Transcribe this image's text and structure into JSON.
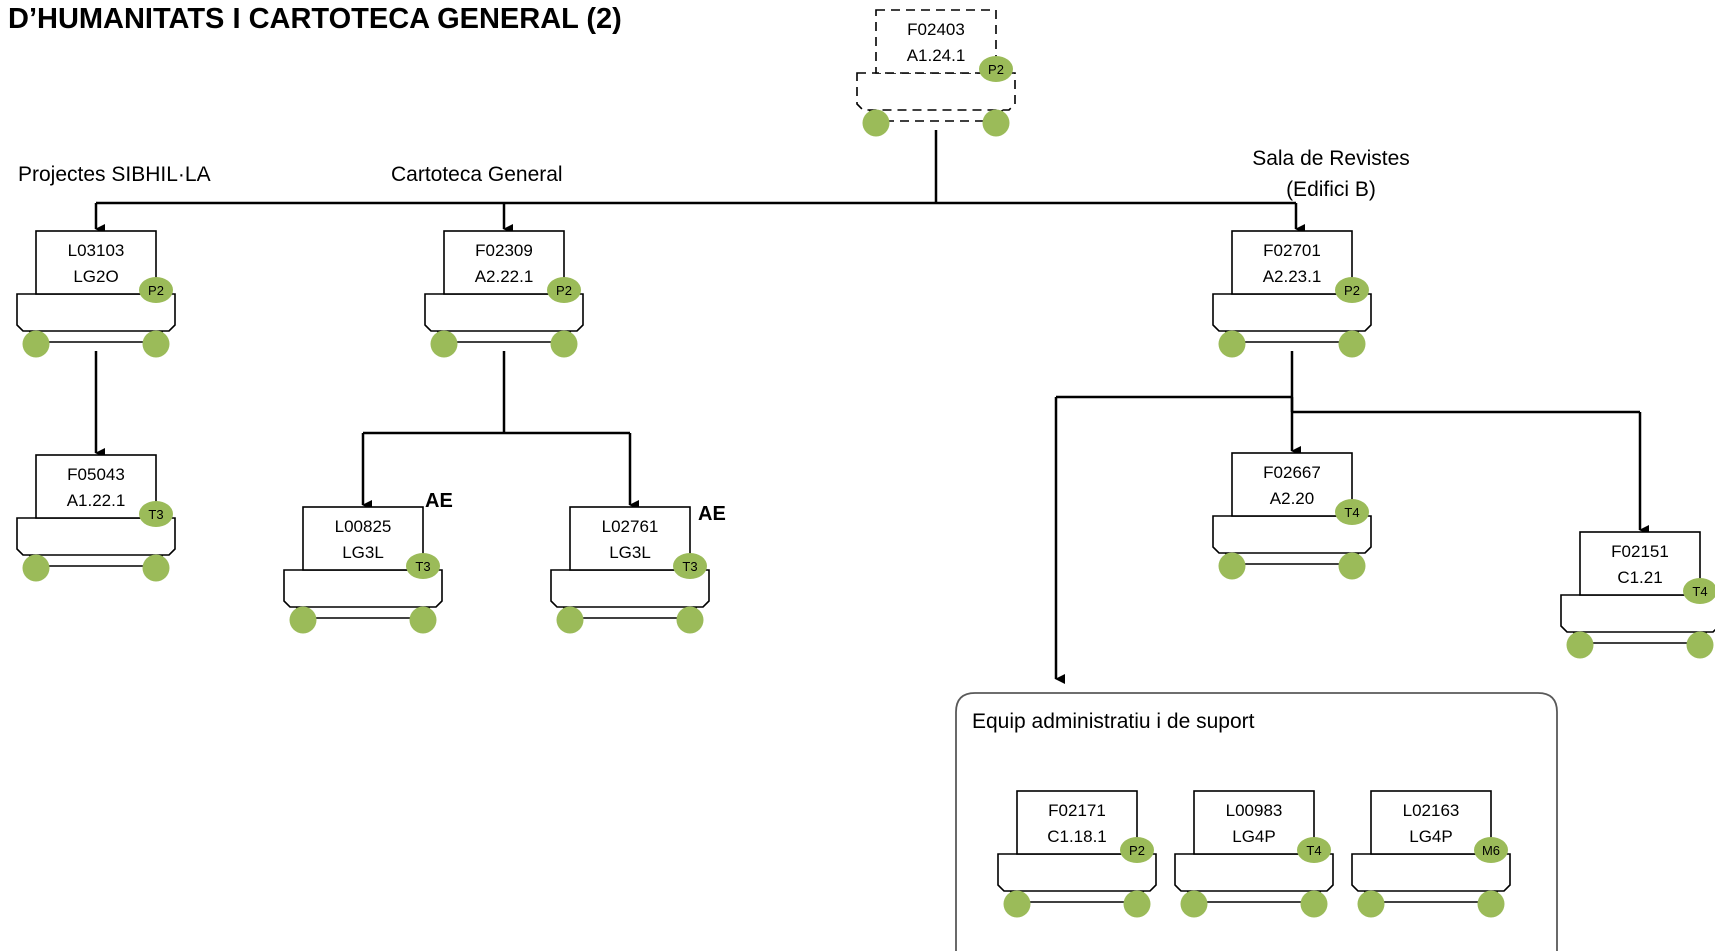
{
  "title": "D’HUMANITATS I CARTOTECA GENERAL (2)",
  "colors": {
    "badge": "#9bbb59",
    "line": "#000000",
    "box_border": "#000000"
  },
  "root": {
    "code": "F02403",
    "level": "A1.24.1",
    "badge": "P2",
    "style": "dashed"
  },
  "sections": {
    "sibhil": "Projectes SIBHIL·LA",
    "cartoteca": "Cartoteca General",
    "revistes_line1": "Sala de Revistes",
    "revistes_line2": "(Edifici B)",
    "equip": "Equip administratiu i de suport"
  },
  "ae_mark": "AE",
  "nodes": {
    "l03103": {
      "code": "L03103",
      "level": "LG2O",
      "badge": "P2"
    },
    "f05043": {
      "code": "F05043",
      "level": "A1.22.1",
      "badge": "T3"
    },
    "f02309": {
      "code": "F02309",
      "level": "A2.22.1",
      "badge": "P2"
    },
    "l00825": {
      "code": "L00825",
      "level": "LG3L",
      "badge": "T3"
    },
    "l02761": {
      "code": "L02761",
      "level": "LG3L",
      "badge": "T3"
    },
    "f02701": {
      "code": "F02701",
      "level": "A2.23.1",
      "badge": "P2"
    },
    "f02667": {
      "code": "F02667",
      "level": "A2.20",
      "badge": "T4"
    },
    "f02151": {
      "code": "F02151",
      "level": "C1.21",
      "badge": "T4"
    },
    "f02171": {
      "code": "F02171",
      "level": "C1.18.1",
      "badge": "P2"
    },
    "l00983": {
      "code": "L00983",
      "level": "LG4P",
      "badge": "T4"
    },
    "l02163": {
      "code": "L02163",
      "level": "LG4P",
      "badge": "M6"
    }
  }
}
